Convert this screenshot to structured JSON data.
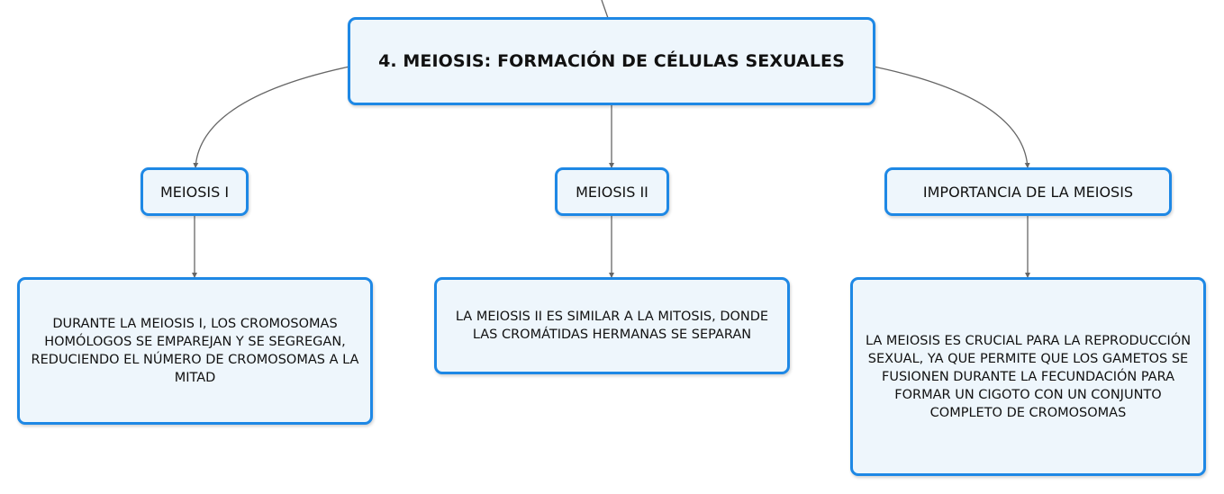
{
  "root": {
    "label": "4. MEIOSIS: FORMACIÓN DE CÉLULAS SEXUALES"
  },
  "branches": [
    {
      "label": "MEIOSIS I",
      "detail": "DURANTE LA MEIOSIS I, LOS CROMOSOMAS HOMÓLOGOS SE EMPAREJAN Y SE SEGREGAN, REDUCIENDO EL NÚMERO DE CROMOSOMAS A LA MITAD"
    },
    {
      "label": "MEIOSIS II",
      "detail": "LA MEIOSIS II ES SIMILAR A LA MITOSIS, DONDE LAS CROMÁTIDAS HERMANAS SE SEPARAN"
    },
    {
      "label": "IMPORTANCIA DE LA MEIOSIS",
      "detail": "LA MEIOSIS ES CRUCIAL PARA LA REPRODUCCIÓN SEXUAL, YA QUE PERMITE QUE LOS GAMETOS SE FUSIONEN DURANTE LA FECUNDACIÓN PARA FORMAR UN CIGOTO CON UN CONJUNTO COMPLETO DE CROMOSOMAS"
    }
  ],
  "colors": {
    "border": "#1e88e5",
    "fill": "#eef6fc",
    "connector": "#666666"
  }
}
